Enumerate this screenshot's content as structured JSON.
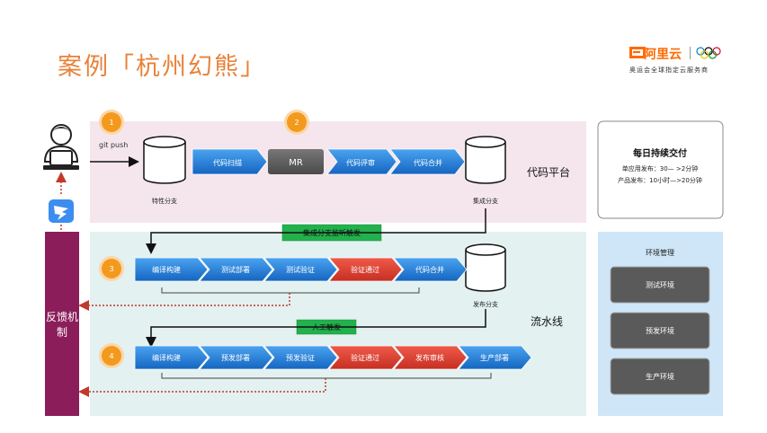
{
  "title": "案例「杭州幻熊」",
  "logo": {
    "brand": "阿里云",
    "tagline": "奥运会全球指定云服务商"
  },
  "git_push": "git push",
  "badges": [
    "1",
    "2",
    "3",
    "4"
  ],
  "platform": {
    "name": "代码平台",
    "feature_branch": "特性分支",
    "integration_branch": "集成分支",
    "steps": [
      "代码扫描",
      "MR",
      "代码评审",
      "代码合并"
    ]
  },
  "pipeline": {
    "name": "流水线",
    "trigger": "集成分支监听触发",
    "release_branch": "发布分支",
    "manual_trigger": "人工触发",
    "row3": [
      "编译构建",
      "测试部署",
      "测试验证",
      "验证通过",
      "代码合并"
    ],
    "row4": [
      "编译构建",
      "预发部署",
      "预发验证",
      "验证通过",
      "发布审核",
      "生产部署"
    ]
  },
  "feedback": "反馈机制",
  "daily": {
    "title": "每日持续交付",
    "line1": "单应用发布：30— >2分钟",
    "line2": "产品发布：10小时—>20分钟"
  },
  "env": {
    "title": "环境管理",
    "items": [
      "测试环境",
      "预发环境",
      "生产环境"
    ]
  },
  "colors": {
    "accent": "#e8823a",
    "badge": "#f39a1e",
    "blue_arrow": "#1f78d1",
    "red_arrow": "#d9382b",
    "gray_box": "#555555",
    "pink_band": "#f5e6ee",
    "cyan_band": "#e3f1f1",
    "feedback_bar": "#8a1d5a",
    "green_label": "#22b14c",
    "env_panel": "#cfe6f8"
  }
}
